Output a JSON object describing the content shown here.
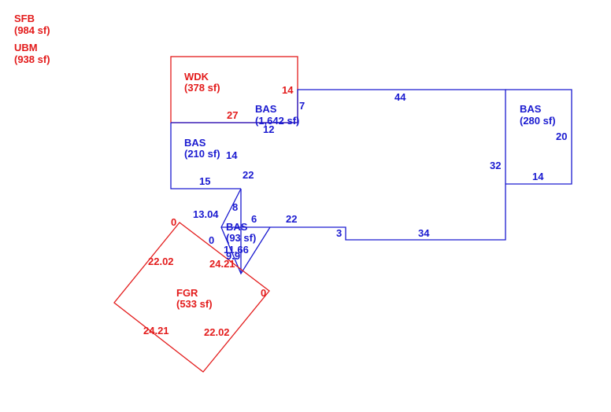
{
  "colors": {
    "red": "#e31b1b",
    "blue": "#1a1ad0"
  },
  "legend": [
    {
      "code": "SFB",
      "area": "(984 sf)"
    },
    {
      "code": "UBM",
      "area": "(938 sf)"
    }
  ],
  "areas": [
    {
      "code": "WDK",
      "area": "(378 sf)",
      "color": "red"
    },
    {
      "code": "BAS",
      "area": "(1,642 sf)",
      "color": "blue"
    },
    {
      "code": "BAS",
      "area": "(280 sf)",
      "color": "blue"
    },
    {
      "code": "BAS",
      "area": "(210 sf)",
      "color": "blue"
    },
    {
      "code": "BAS",
      "area": "(93 sf)",
      "color": "blue"
    },
    {
      "code": "FGR",
      "area": "(533 sf)",
      "color": "red"
    }
  ],
  "dimensions": [
    {
      "value": "14",
      "color": "red"
    },
    {
      "value": "27",
      "color": "red"
    },
    {
      "value": "7",
      "color": "blue"
    },
    {
      "value": "44",
      "color": "blue"
    },
    {
      "value": "12",
      "color": "blue"
    },
    {
      "value": "20",
      "color": "blue"
    },
    {
      "value": "32",
      "color": "blue"
    },
    {
      "value": "14",
      "color": "blue"
    },
    {
      "value": "14",
      "color": "blue"
    },
    {
      "value": "15",
      "color": "blue"
    },
    {
      "value": "22",
      "color": "blue"
    },
    {
      "value": "8",
      "color": "blue"
    },
    {
      "value": "13.04",
      "color": "blue"
    },
    {
      "value": "6",
      "color": "blue"
    },
    {
      "value": "22",
      "color": "blue"
    },
    {
      "value": "3",
      "color": "blue"
    },
    {
      "value": "34",
      "color": "blue"
    },
    {
      "value": "0",
      "color": "blue"
    },
    {
      "value": "11.66",
      "color": "blue"
    },
    {
      "value": "9.9",
      "color": "blue"
    },
    {
      "value": "0",
      "color": "red"
    },
    {
      "value": "22.02",
      "color": "red"
    },
    {
      "value": "24.21",
      "color": "red"
    },
    {
      "value": "0",
      "color": "red"
    },
    {
      "value": "24.21",
      "color": "red"
    },
    {
      "value": "22.02",
      "color": "red"
    }
  ]
}
